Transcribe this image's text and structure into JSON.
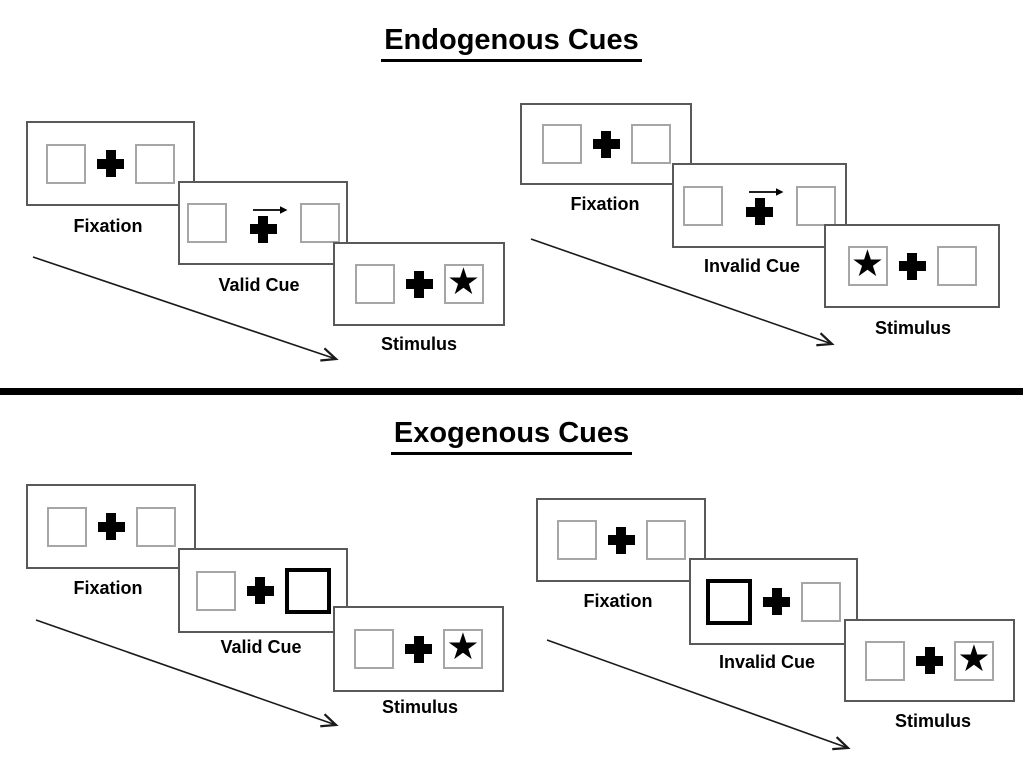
{
  "colors": {
    "background": "#ffffff",
    "ink": "#000000",
    "panel_border": "#595959",
    "box_border": "#a6a6a6"
  },
  "icons": {
    "star": "★",
    "fixation_cross": "plus-cross",
    "cue_arrow": "right-arrow",
    "timeline_arrow": "diagonal-down-right-arrow"
  },
  "sections": [
    {
      "id": "endogenous",
      "title": "Endogenous Cues",
      "sequences": [
        {
          "id": "valid",
          "panels": [
            {
              "label": "Fixation",
              "left_box": "empty",
              "right_box": "empty",
              "cue_arrow": false
            },
            {
              "label": "Valid Cue",
              "left_box": "empty",
              "right_box": "empty",
              "cue_arrow": true
            },
            {
              "label": "Stimulus",
              "left_box": "empty",
              "right_box": "star",
              "cue_arrow": false
            }
          ]
        },
        {
          "id": "invalid",
          "panels": [
            {
              "label": "Fixation",
              "left_box": "empty",
              "right_box": "empty",
              "cue_arrow": false
            },
            {
              "label": "Invalid Cue",
              "left_box": "empty",
              "right_box": "empty",
              "cue_arrow": true
            },
            {
              "label": "Stimulus",
              "left_box": "star",
              "right_box": "empty",
              "cue_arrow": false
            }
          ]
        }
      ]
    },
    {
      "id": "exogenous",
      "title": "Exogenous Cues",
      "sequences": [
        {
          "id": "valid",
          "panels": [
            {
              "label": "Fixation",
              "left_box": "empty",
              "right_box": "empty",
              "cue_arrow": false
            },
            {
              "label": "Valid Cue",
              "left_box": "empty",
              "right_box": "bold",
              "cue_arrow": false
            },
            {
              "label": "Stimulus",
              "left_box": "empty",
              "right_box": "star",
              "cue_arrow": false
            }
          ]
        },
        {
          "id": "invalid",
          "panels": [
            {
              "label": "Fixation",
              "left_box": "empty",
              "right_box": "empty",
              "cue_arrow": false
            },
            {
              "label": "Invalid Cue",
              "left_box": "bold",
              "right_box": "empty",
              "cue_arrow": false
            },
            {
              "label": "Stimulus",
              "left_box": "empty",
              "right_box": "star",
              "cue_arrow": false
            }
          ]
        }
      ]
    }
  ]
}
